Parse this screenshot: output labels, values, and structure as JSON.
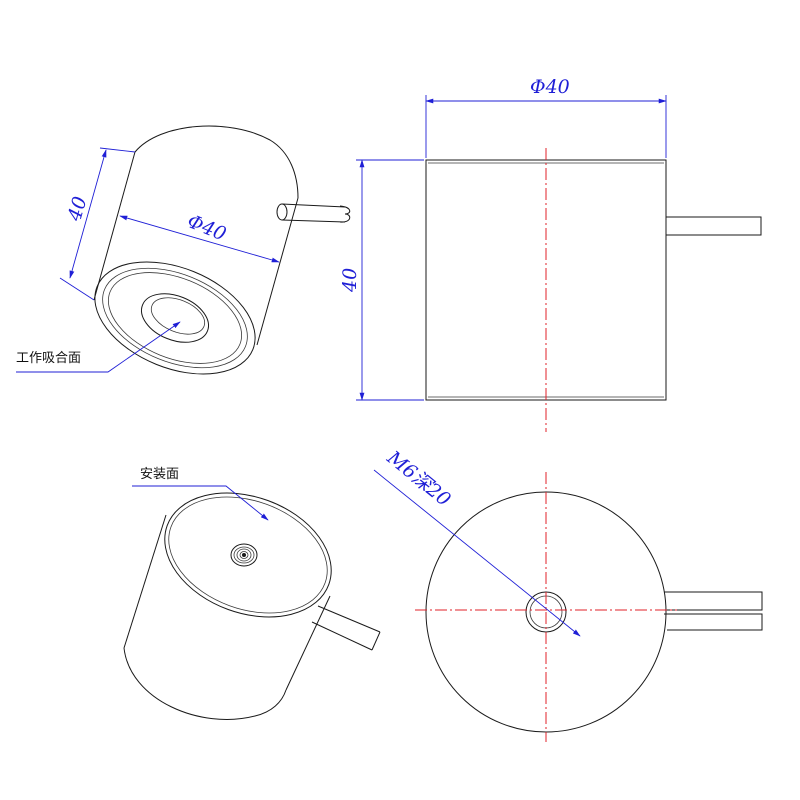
{
  "dimensions": {
    "iso_top_height": "40",
    "iso_top_diameter": "Φ40",
    "side_width": "Φ40",
    "side_height": "40",
    "thread": "M6深20"
  },
  "labels": {
    "working_face": "工作吸合面",
    "mounting_face": "安装面"
  },
  "colors": {
    "outline": "#1a1a1a",
    "dimension": "#1f1fd6",
    "centerline": "#e0202a"
  }
}
